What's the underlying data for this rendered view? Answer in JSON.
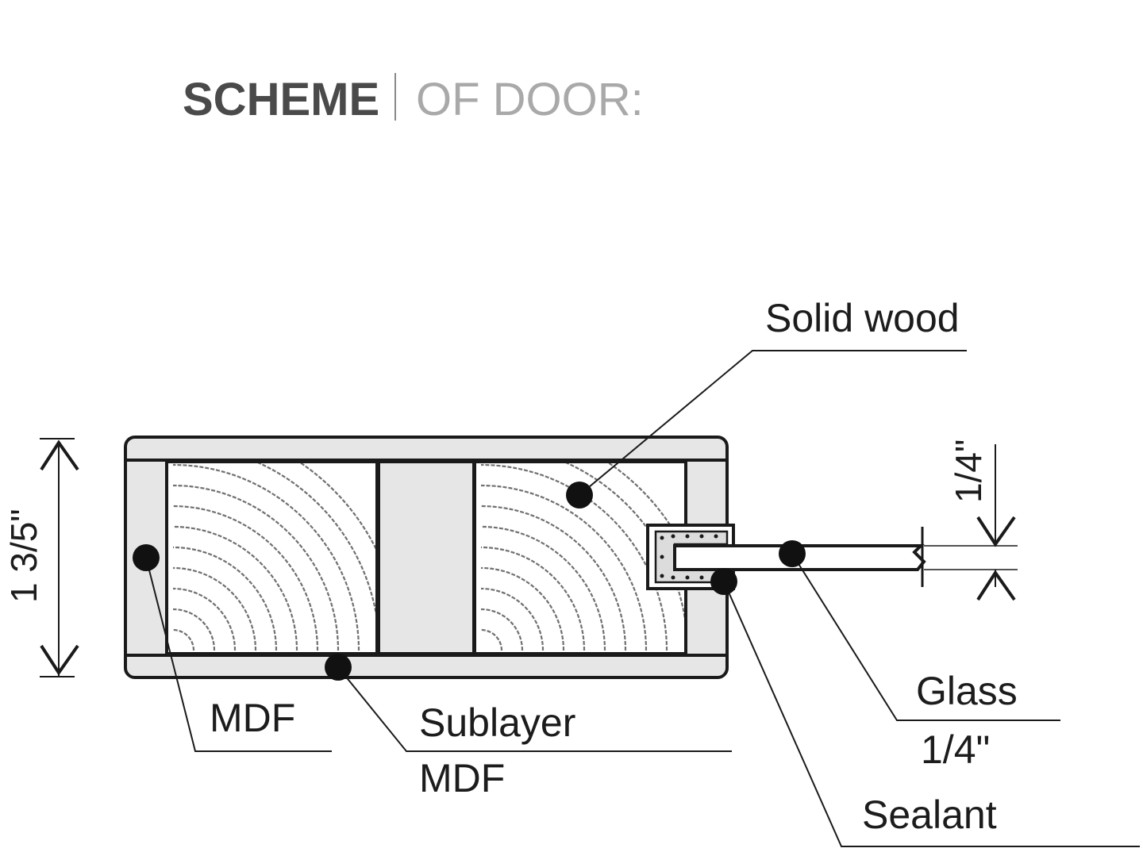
{
  "title": {
    "bold": "SCHEME",
    "light": "OF DOOR:"
  },
  "labels": {
    "solid_wood": "Solid wood",
    "mdf": "MDF",
    "sublayer": "Sublayer",
    "sublayer_mdf": "MDF",
    "glass": "Glass",
    "glass_thickness": "1/4\"",
    "sealant": "Sealant"
  },
  "dimensions": {
    "door_thickness": "1 3/5\"",
    "glass_thickness": "1/4\""
  },
  "colors": {
    "line": "#1a1a1a",
    "grain": "#6f6f6f",
    "fill": "#e6e6e6",
    "dot": "#111111"
  }
}
